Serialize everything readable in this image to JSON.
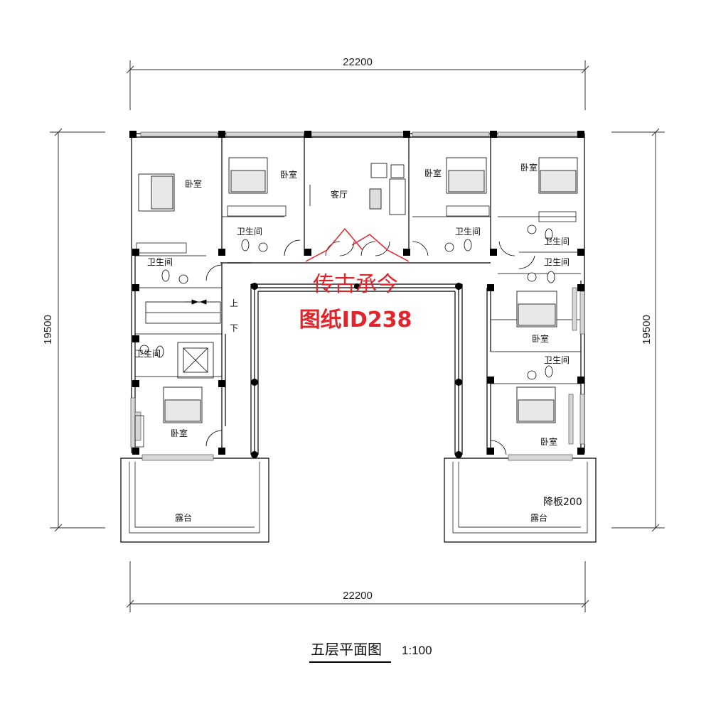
{
  "dimensions": {
    "top": "22200",
    "bottom": "22200",
    "left": "19500",
    "right": "19500"
  },
  "rooms": {
    "bedroom": "卧室",
    "bathroom": "卫生间",
    "living_room": "客厅",
    "terrace": "露台",
    "stair_up": "上",
    "stair_down": "下",
    "floor_drop": "降板200"
  },
  "watermark": {
    "line1": "传古承今",
    "line2": "图纸ID238",
    "color": "#e3242b"
  },
  "title": {
    "name": "五层平面图",
    "scale": "1:100"
  }
}
